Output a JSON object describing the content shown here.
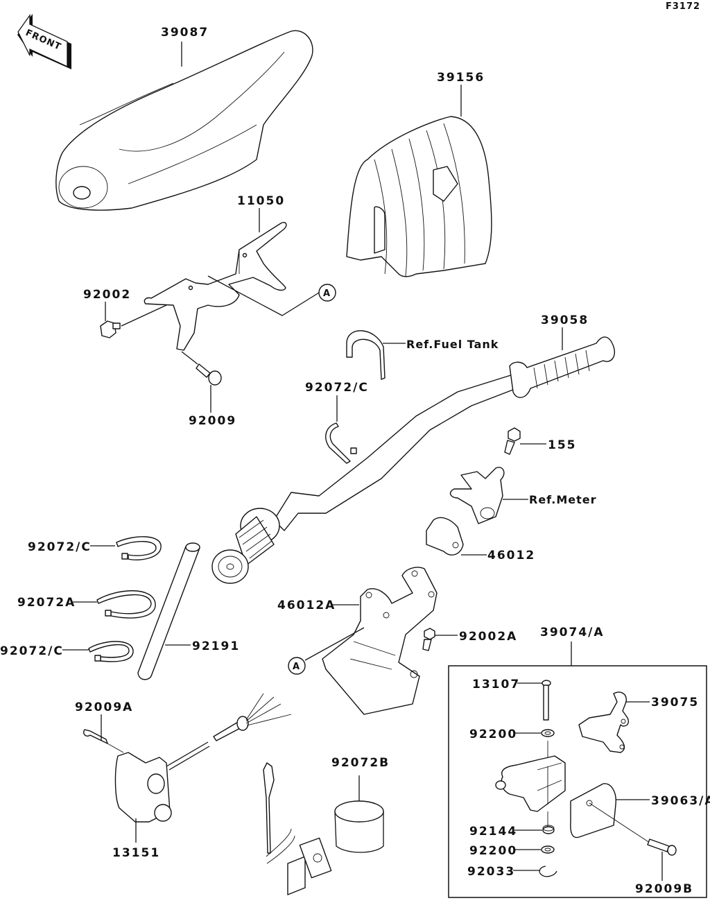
{
  "diagram": {
    "figure_id": "F3172",
    "front_indicator": "FRONT",
    "reference_marker": "A",
    "parts": {
      "p39087": "39087",
      "p39156": "39156",
      "p11050": "11050",
      "p92002": "92002",
      "p92009": "92009",
      "p39058": "39058",
      "p92072C_top": "92072/C",
      "p155": "155",
      "p46012": "46012",
      "p46012A": "46012A",
      "p92002A": "92002A",
      "p92072C_1": "92072/C",
      "p92072A": "92072A",
      "p92072C_2": "92072/C",
      "p92191": "92191",
      "p92009A": "92009A",
      "p13151": "13151",
      "p92072B": "92072B",
      "p39074A": "39074/A",
      "p13107": "13107",
      "p39075": "39075",
      "p92200_1": "92200",
      "p39063A": "39063/A",
      "p92144": "92144",
      "p92200_2": "92200",
      "p92033": "92033",
      "p92009B": "92009B"
    },
    "references": {
      "fuel_tank": "Ref.Fuel Tank",
      "meter": "Ref.Meter"
    }
  }
}
